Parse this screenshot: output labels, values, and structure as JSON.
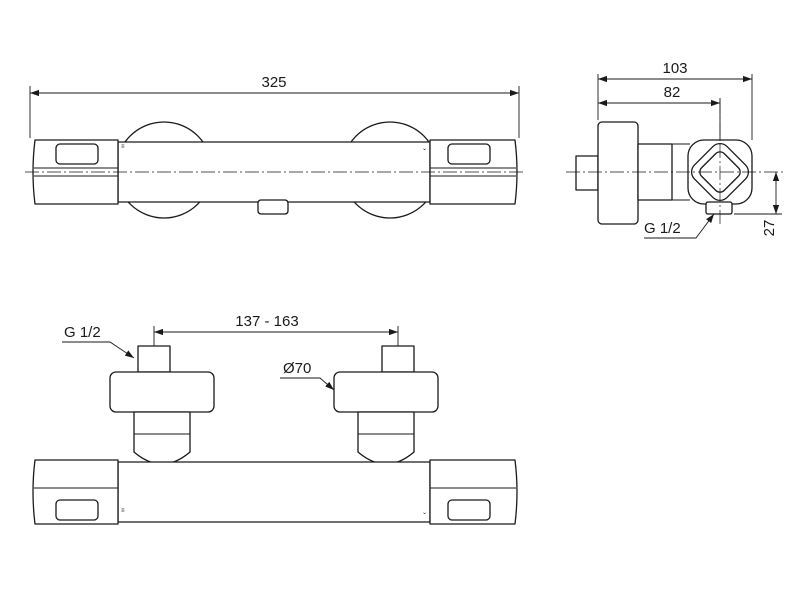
{
  "dimensions": {
    "overall_length": "325",
    "side_depth": "103",
    "side_inner_depth": "82",
    "outlet_offset": "27",
    "spacing": "137 - 163",
    "connection_side": "G 1/2",
    "connection_front": "G 1/2",
    "escutcheon_diameter": "Ø70"
  }
}
